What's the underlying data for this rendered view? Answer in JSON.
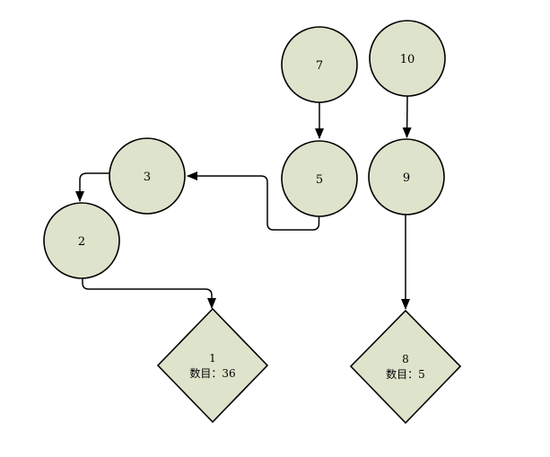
{
  "diagram": {
    "colors": {
      "background": "#ffffff",
      "node_fill": "#dee3cb",
      "node_stroke": "#000000",
      "edge_color": "#000000",
      "text_color": "#000000"
    },
    "circles": [
      {
        "id": "7",
        "label": "7"
      },
      {
        "id": "10",
        "label": "10"
      },
      {
        "id": "3",
        "label": "3"
      },
      {
        "id": "5",
        "label": "5"
      },
      {
        "id": "9",
        "label": "9"
      },
      {
        "id": "2",
        "label": "2"
      }
    ],
    "diamonds": [
      {
        "id": "1",
        "line1": "1",
        "line2": "数目：36"
      },
      {
        "id": "8",
        "line1": "8",
        "line2": "数目：5"
      }
    ],
    "edges": [
      {
        "from": "7",
        "to": "5"
      },
      {
        "from": "10",
        "to": "9"
      },
      {
        "from": "5",
        "to": "3"
      },
      {
        "from": "3",
        "to": "2"
      },
      {
        "from": "2",
        "to": "1"
      },
      {
        "from": "9",
        "to": "8"
      }
    ]
  }
}
